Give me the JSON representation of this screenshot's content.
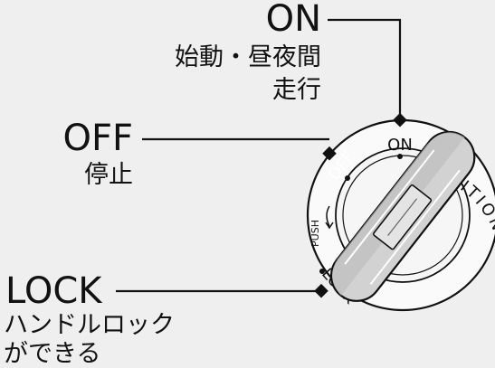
{
  "positions": [
    {
      "id": "on",
      "label": "ON",
      "description_lines": [
        "始動・昼夜間",
        "走行"
      ]
    },
    {
      "id": "off",
      "label": "OFF",
      "description_lines": [
        "停止"
      ]
    },
    {
      "id": "lock",
      "label": "LOCK",
      "description_lines": [
        "ハンドルロック",
        "ができる"
      ]
    }
  ],
  "dial": {
    "markings": {
      "on": "ON",
      "off": "OFF",
      "lock": "LOCK",
      "ignition": "IGNITION",
      "push": "PUSH"
    }
  }
}
